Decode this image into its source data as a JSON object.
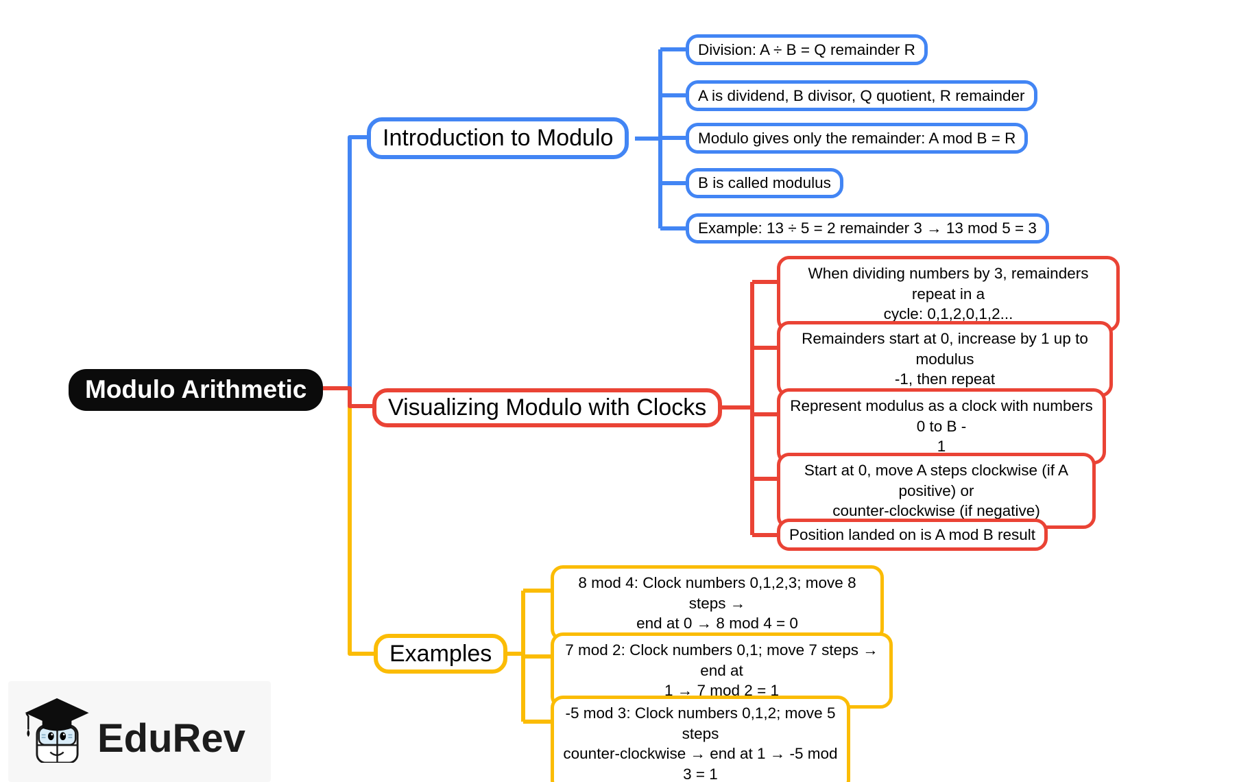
{
  "root": {
    "label": "Modulo Arithmetic"
  },
  "colors": {
    "blue": "#4285F4",
    "red": "#EA4335",
    "yellow": "#FBBC05",
    "root_bg": "#0b0b0b"
  },
  "branches": [
    {
      "label": "Introduction to Modulo",
      "color": "#4285F4",
      "children": [
        "Division: A ÷ B = Q remainder R",
        "A is dividend, B divisor, Q quotient, R remainder",
        "Modulo gives only the remainder: A mod B = R",
        "B is called modulus",
        "Example: 13 ÷ 5 = 2 remainder 3 → 13 mod 5 = 3"
      ]
    },
    {
      "label": "Visualizing Modulo with Clocks",
      "color": "#EA4335",
      "children": [
        "When dividing numbers by 3, remainders repeat in a\ncycle: 0,1,2,0,1,2...",
        "Remainders start at 0, increase by 1 up to modulus\n-1, then repeat",
        "Represent modulus as a clock with numbers 0 to B -\n1",
        "Start at 0, move A steps clockwise (if A positive) or\ncounter-clockwise (if negative)",
        "Position landed on is A mod B result"
      ]
    },
    {
      "label": "Examples",
      "color": "#FBBC05",
      "children": [
        "8 mod 4: Clock numbers 0,1,2,3; move 8 steps →\nend at 0 → 8 mod 4 = 0",
        "7 mod 2: Clock numbers 0,1; move 7 steps → end at\n1 → 7 mod 2 = 1",
        "-5 mod 3: Clock numbers 0,1,2; move 5 steps\ncounter-clockwise → end at 1 → -5 mod 3 = 1"
      ]
    }
  ],
  "logo": {
    "brand": "EduRev"
  }
}
